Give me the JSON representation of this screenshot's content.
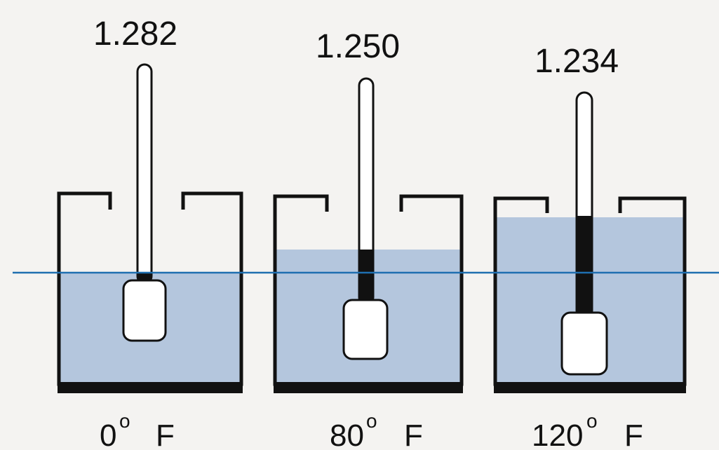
{
  "colors": {
    "background": "#f4f3f1",
    "liquid": "#b4c6dd",
    "reference_line": "#1f6fb0",
    "ink": "#111111",
    "float_body": "#ffffff"
  },
  "cells": [
    {
      "reading": "1.282",
      "temperature": "0",
      "degree_symbol": "o",
      "unit": "F"
    },
    {
      "reading": "1.250",
      "temperature": "80",
      "degree_symbol": "o",
      "unit": "F"
    },
    {
      "reading": "1.234",
      "temperature": "120",
      "degree_symbol": "o",
      "unit": "F"
    }
  ]
}
